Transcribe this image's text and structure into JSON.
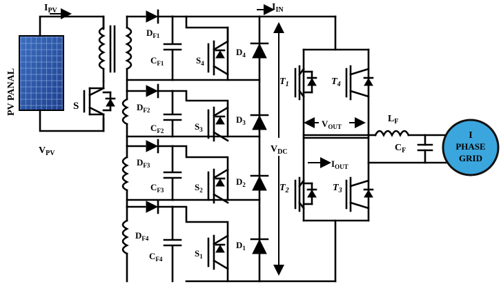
{
  "pv": {
    "panel_label": "PV PANAL",
    "current": {
      "main": "I",
      "sub": "PV"
    },
    "voltage": {
      "main": "V",
      "sub": "PV"
    },
    "switch_label": "S"
  },
  "flyback_diodes": [
    {
      "main": "D",
      "sub": "F1"
    },
    {
      "main": "D",
      "sub": "F2"
    },
    {
      "main": "D",
      "sub": "F3"
    },
    {
      "main": "D",
      "sub": "F4"
    }
  ],
  "flyback_caps": [
    {
      "main": "C",
      "sub": "F1"
    },
    {
      "main": "C",
      "sub": "F2"
    },
    {
      "main": "C",
      "sub": "F3"
    },
    {
      "main": "C",
      "sub": "F4"
    }
  ],
  "switches": [
    {
      "main": "S",
      "sub": "4"
    },
    {
      "main": "S",
      "sub": "3"
    },
    {
      "main": "S",
      "sub": "2"
    },
    {
      "main": "S",
      "sub": "1"
    }
  ],
  "diodes": [
    {
      "main": "D",
      "sub": "4"
    },
    {
      "main": "D",
      "sub": "3"
    },
    {
      "main": "D",
      "sub": "2"
    },
    {
      "main": "D",
      "sub": "1"
    }
  ],
  "dc_link": {
    "current": {
      "main": "I",
      "sub": "IN"
    },
    "voltage": {
      "main": "V",
      "sub": "DC"
    }
  },
  "inverter": {
    "t1": {
      "main": "T",
      "sub": "1"
    },
    "t2": {
      "main": "T",
      "sub": "2"
    },
    "t3": {
      "main": "T",
      "sub": "3"
    },
    "t4": {
      "main": "T",
      "sub": "4"
    },
    "vout": {
      "main": "V",
      "sub": "OUT"
    },
    "iout": {
      "main": "I",
      "sub": "OUT"
    }
  },
  "filter": {
    "inductor": {
      "main": "L",
      "sub": "F"
    },
    "capacitor": {
      "main": "C",
      "sub": "F"
    }
  },
  "grid": {
    "line1": "I",
    "line2": "PHASE",
    "line3": "GRID",
    "color": "#3aa6dd"
  }
}
